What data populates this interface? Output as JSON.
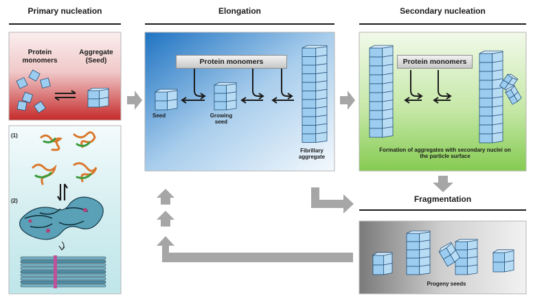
{
  "headers": {
    "primary": "Primary nucleation",
    "elongation": "Elongation",
    "secondary": "Secondary nucleation",
    "fragmentation": "Fragmentation"
  },
  "primary": {
    "monomers_label": "Protein monomers",
    "aggregate_label": "Aggregate (Seed)",
    "step1": "(1)",
    "step2": "(2)"
  },
  "elongation": {
    "bar_label": "Protein monomers",
    "seed_label": "Seed",
    "growing_label": "Growing seed",
    "fibrillary_label": "Fibrillary aggregate"
  },
  "secondary": {
    "bar_label": "Protein monomers",
    "caption": "Formation of aggregates with secondary nuclei on the particle surface"
  },
  "fragmentation": {
    "caption": "Progeny seeds"
  },
  "colors": {
    "cube_fill": "#9ccdf0",
    "cube_stroke": "#1f4f7a",
    "primary_bg": "#c92a2a",
    "elongation_bg": "#2a7cc7",
    "secondary_bg": "#8fce5e",
    "arrow_gray": "#a6a6a6"
  }
}
